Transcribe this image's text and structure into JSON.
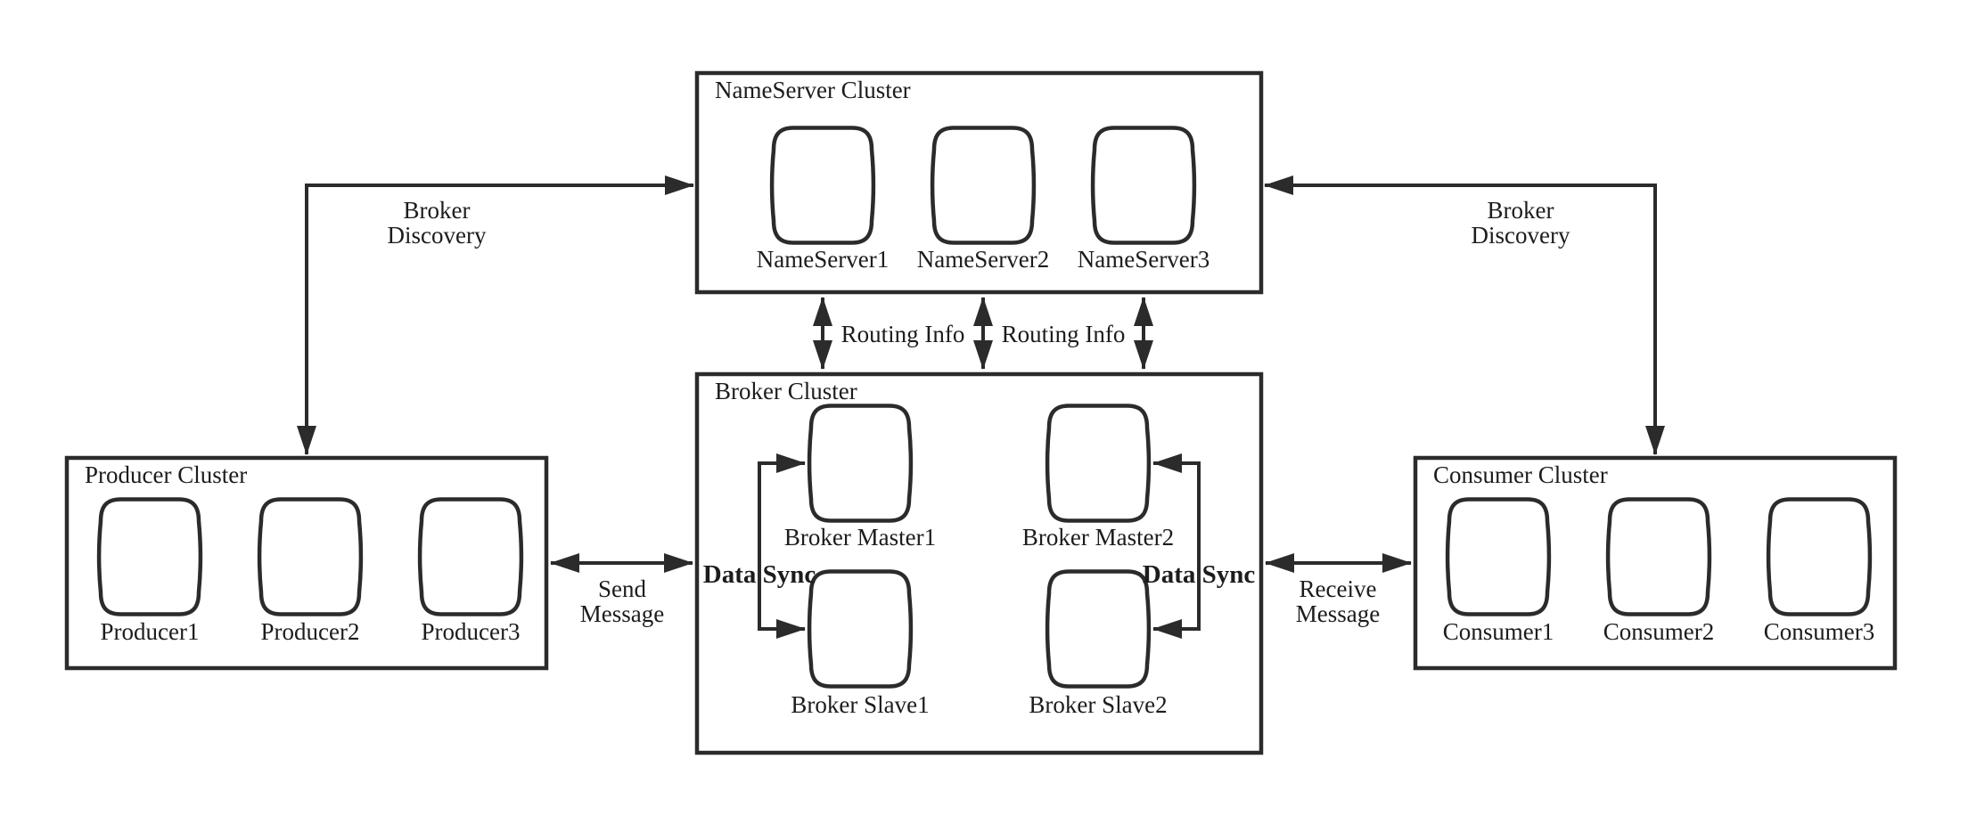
{
  "diagram": {
    "type": "architecture-diagram",
    "colors": {
      "stroke": "#2b2b2b",
      "text": "#1c1c1c",
      "background": "#ffffff"
    },
    "clusters": {
      "nameserver": {
        "title": "NameServer Cluster",
        "nodes": [
          "NameServer1",
          "NameServer2",
          "NameServer3"
        ]
      },
      "broker": {
        "title": "Broker Cluster",
        "nodes": [
          "Broker Master1",
          "Broker Master2",
          "Broker Slave1",
          "Broker Slave2"
        ]
      },
      "producer": {
        "title": "Producer Cluster",
        "nodes": [
          "Producer1",
          "Producer2",
          "Producer3"
        ]
      },
      "consumer": {
        "title": "Consumer Cluster",
        "nodes": [
          "Consumer1",
          "Consumer2",
          "Consumer3"
        ]
      }
    },
    "edges": {
      "broker_discovery_left": {
        "lines": [
          "Broker",
          "Discovery"
        ]
      },
      "broker_discovery_right": {
        "lines": [
          "Broker",
          "Discovery"
        ]
      },
      "routing_info_left": {
        "label": "Routing Info"
      },
      "routing_info_right": {
        "label": "Routing Info"
      },
      "send_message": {
        "lines": [
          "Send",
          "Message"
        ]
      },
      "receive_message": {
        "lines": [
          "Receive",
          "Message"
        ]
      },
      "data_sync_left": {
        "label": "Data Sync"
      },
      "data_sync_right": {
        "label": "Data Sync"
      }
    }
  }
}
